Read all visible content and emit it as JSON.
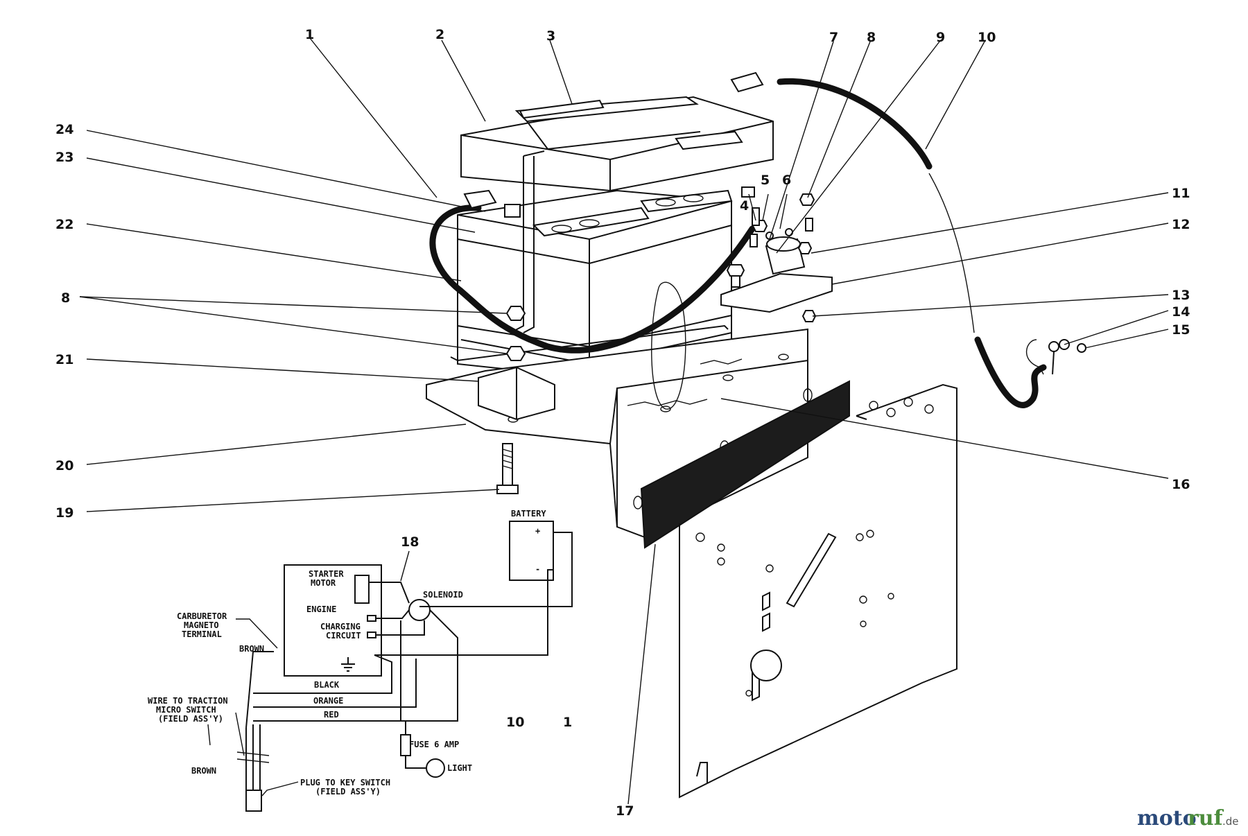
{
  "callouts": {
    "c1": "1",
    "c2": "2",
    "c3": "3",
    "c4": "4",
    "c5": "5",
    "c6": "6",
    "c7": "7",
    "c8": "8",
    "c9": "9",
    "c10": "10",
    "c11": "11",
    "c12": "12",
    "c13": "13",
    "c14": "14",
    "c15": "15",
    "c16": "16",
    "c17": "17",
    "c18": "18",
    "c19": "19",
    "c20": "20",
    "c21": "21",
    "c22": "22",
    "c23": "23",
    "c24": "24",
    "c8b": "8",
    "c10b": "10",
    "c1b": "1"
  },
  "schematic": {
    "battery": "BATTERY",
    "plus": "+",
    "minus": "-",
    "starter_motor_1": "STARTER",
    "starter_motor_2": "MOTOR",
    "engine": "ENGINE",
    "charging_1": "CHARGING",
    "charging_2": "CIRCUIT",
    "solenoid": "SOLENOID",
    "carb_1": "CARBURETOR",
    "carb_2": "MAGNETO",
    "carb_3": "TERMINAL",
    "brown_top": "BROWN",
    "black": "BLACK",
    "orange": "ORANGE",
    "red": "RED",
    "wire_traction_1": "WIRE TO TRACTION",
    "wire_traction_2": "MICRO SWITCH",
    "wire_traction_3": "(FIELD ASS'Y)",
    "brown_bottom": "BROWN",
    "fuse": "FUSE  6 AMP",
    "light": "LIGHT",
    "plug_1": "PLUG TO KEY SWITCH",
    "plug_2": "(FIELD ASS'Y)"
  },
  "watermark": {
    "part1": "moto",
    "part2": "ruf",
    "part3": ".de"
  },
  "colors": {
    "ink": "#111111",
    "background": "#ffffff",
    "watermark_blue": "#2b4a7a",
    "watermark_green": "#4c8c3c"
  }
}
